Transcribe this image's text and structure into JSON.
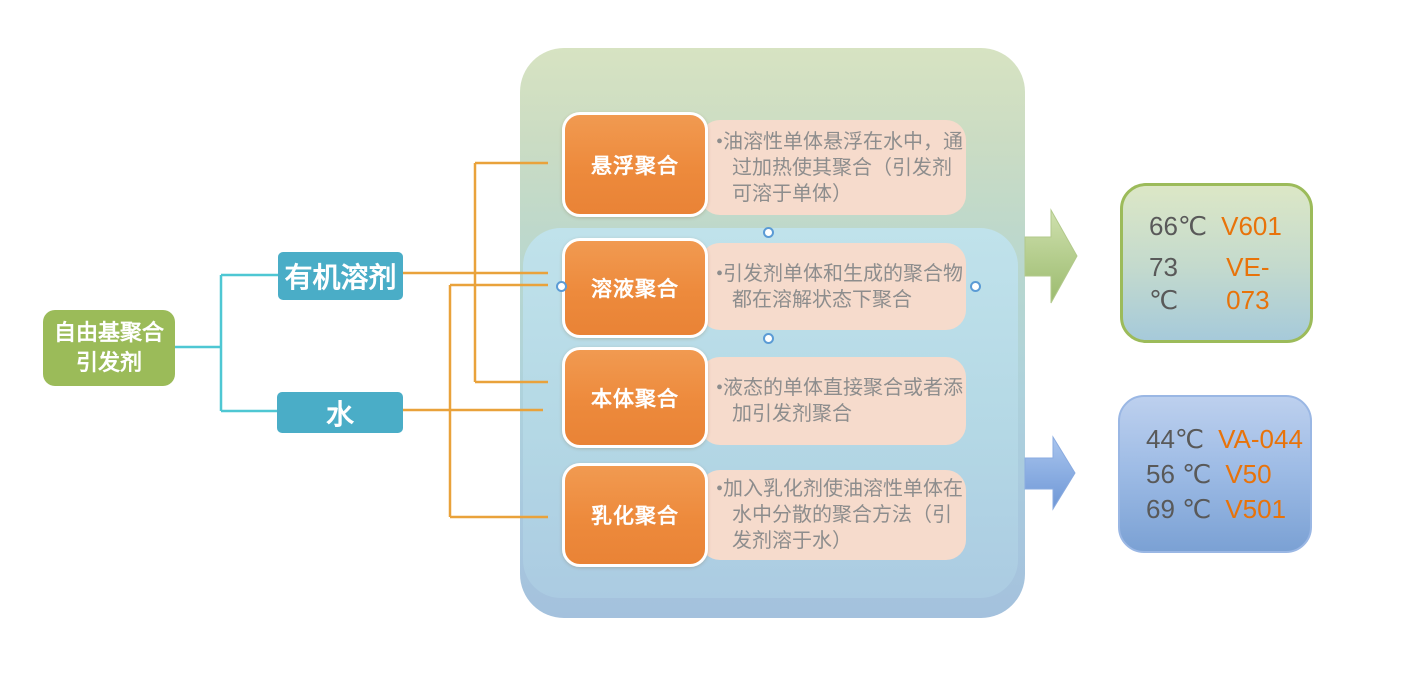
{
  "diagram": {
    "root": {
      "line1": "自由基聚合",
      "line2": "引发剂"
    },
    "solvents": [
      {
        "label": "有机溶剂"
      },
      {
        "label": "水"
      }
    ],
    "methods": [
      {
        "label": "悬浮聚合",
        "bullet": "•",
        "desc": "油溶性单体悬浮在水中，通过加热使其聚合（引发剂可溶于单体）"
      },
      {
        "label": "溶液聚合",
        "bullet": "•",
        "desc": "引发剂单体和生成的聚合物都在溶解状态下聚合"
      },
      {
        "label": "本体聚合",
        "bullet": "•",
        "desc": "液态的单体直接聚合或者添加引发剂聚合"
      },
      {
        "label": "乳化聚合",
        "bullet": "•",
        "desc": "加入乳化剂使油溶性单体在水中分散的聚合方法（引发剂溶于水）"
      }
    ],
    "initiators": {
      "oil": {
        "rows": [
          {
            "temp": "66℃",
            "code": "V601"
          },
          {
            "temp": "73 ℃",
            "code": "VE-073"
          }
        ]
      },
      "water": {
        "rows": [
          {
            "temp": "44℃",
            "code": "VA-044"
          },
          {
            "temp": "56 ℃",
            "code": "V50"
          },
          {
            "temp": "69 ℃",
            "code": "V501"
          }
        ]
      }
    },
    "colors": {
      "root_green": "#9bbb59",
      "solvent_teal": "#4aadc7",
      "method_orange": "#ed8a3c",
      "desc_pink": "#f6dbcc",
      "desc_text_gray": "#8d8d8d",
      "connector_cyan": "#4ec7d3",
      "connector_orange": "#e9a23b",
      "panel_green_top": "#d7e3c2",
      "panel_blue_bottom": "#a4c1dd",
      "inner_panel_blue": "#b4d8e5",
      "temp_gray": "#595959",
      "code_orange": "#e8730a",
      "green_arrow": "#9bbb6e",
      "blue_arrow": "#6e97d6"
    }
  }
}
